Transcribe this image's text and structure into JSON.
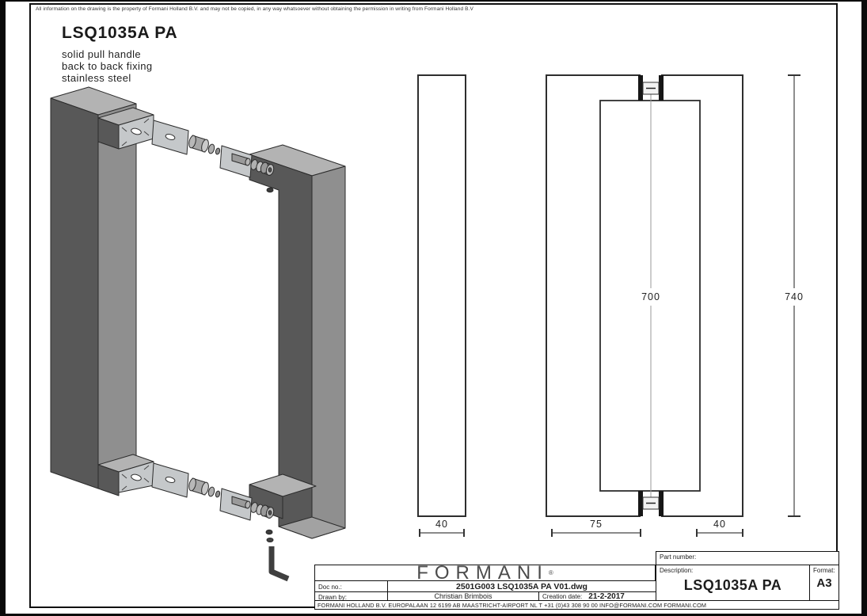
{
  "page": {
    "disclaimer": "All information on the drawing is the property of Formani Holland B.V. and may not be copied, in any way whatsoever without obtaining the permission in writing from Formani Holland B.V",
    "title": "LSQ1035A PA",
    "subtitle_lines": [
      "solid pull handle",
      "back to back fixing",
      "stainless steel"
    ]
  },
  "dimensions": {
    "single_view_width": "40",
    "inner_length": "700",
    "overall_length": "740",
    "back_to_back_depth": "75",
    "bar_width": "40"
  },
  "title_block": {
    "logo": "FORMANI",
    "logo_reg": "®",
    "part_number_label": "Part number:",
    "description_label": "Description:",
    "description_value": "LSQ1035A PA",
    "format_label": "Format:",
    "format_value": "A3",
    "doc_no_label": "Doc no.:",
    "doc_no_value": "2501G003 LSQ1035A PA V01.dwg",
    "drawn_by_label": "Drawn by:",
    "drawn_by_value": "Christian Brimbois",
    "creation_date_label": "Creation date:",
    "creation_date_value": "21-2-2017",
    "footer": "FORMANI HOLLAND B.V.  EUROPALAAN 12  6199 AB MAASTRICHT-AIRPORT NL  T +31 (0)43 308 90 00 INFO@FORMANI.COM FORMANI.COM"
  },
  "colors": {
    "line": "#2e2e2e",
    "face_dark": "#585858",
    "face_medium": "#8f8f8f",
    "face_light": "#b3b3b3",
    "plate": "#c5c8ca",
    "centerline": "#999999"
  }
}
